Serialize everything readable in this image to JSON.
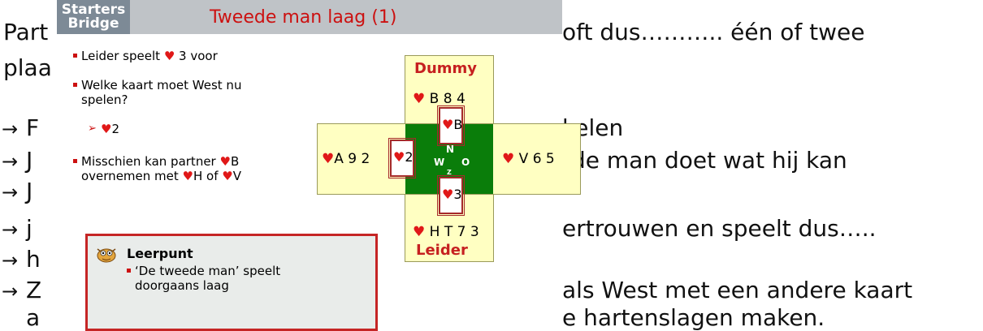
{
  "background_slide": {
    "line1_left": "Part",
    "line1_right": "oft dus……….. één of twee",
    "line2_left": "plaa",
    "line3_left": "F",
    "line3_right": "kelen",
    "line4_left": "J",
    "line4_right": "rde man doet wat hij kan",
    "line5_left": "J",
    "line6_left": "j",
    "line6_right": "ertrouwen en speelt dus…..",
    "line7_left": "h",
    "line8_left": "Z",
    "line8_right": "als West met een andere kaart",
    "line9_left": "a",
    "line9_right": "e hartenslagen maken.",
    "arrow": "→"
  },
  "header": {
    "logo_line1": "Starters",
    "logo_line2": "Bridge",
    "title": "Tweede man laag (1)"
  },
  "bullets": {
    "b1_text": " 3 voor",
    "b1_prefix": "Leider speelt",
    "b2_line1": "Welke kaart moet West nu",
    "b2_line2": "spelen?",
    "sub1": "2",
    "b3_line1_prefix": "Misschien kan partner",
    "b3_line1_card": "B",
    "b3_line2_prefix": "overnemen met",
    "b3_line2_card1": "H of",
    "b3_line2_card2": "V"
  },
  "diagram": {
    "dummy_label": "Dummy",
    "dummy_cards": "B 8 4",
    "west_cards": "A 9 2",
    "east_cards": "V 6 5",
    "south_cards": "H T 7 3",
    "leider_label": "Leider",
    "played_north": "B",
    "played_west": "2",
    "played_south": "3",
    "compass_n": "N",
    "compass_w": "W",
    "compass_o": "O",
    "compass_z": "Z",
    "heart_symbol": "♥",
    "heart_color": "#e01818"
  },
  "leerpunt": {
    "title": "Leerpunt",
    "text_line1": "‘De tweede man’ speelt",
    "text_line2": "doorgaans laag"
  }
}
